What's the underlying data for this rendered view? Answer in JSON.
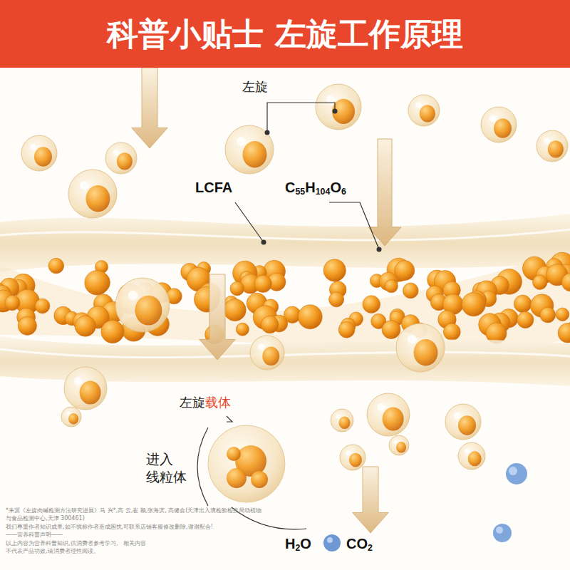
{
  "diagram": {
    "title": "科普小贴士 左旋工作原理",
    "nodes": [
      {
        "text": [
          "左旋",
          "载体"
        ]
      }
    ],
    "labels": [
      "左旋",
      "LCFA",
      "C55H104O6",
      "进入 线粒体",
      "H2O",
      "CO2",
      "*来源《左旋肉碱检测方法研究进展》马 兴*,高 云,崔 颖,张海滨, 高健会(天津出入境检验检疫局动植物与食品检测中心,天津 300461)",
      "我们尊重作者知识成果,如不慎标作者造成困扰,可联系店铺客服修改删除,谢谢配合!",
      "——营养科普声明——",
      "以上内容为营养科普知识,供消费者参考学习。 相关内容不代表产品功效,请消费者理性阅读。"
    ]
  }
}
